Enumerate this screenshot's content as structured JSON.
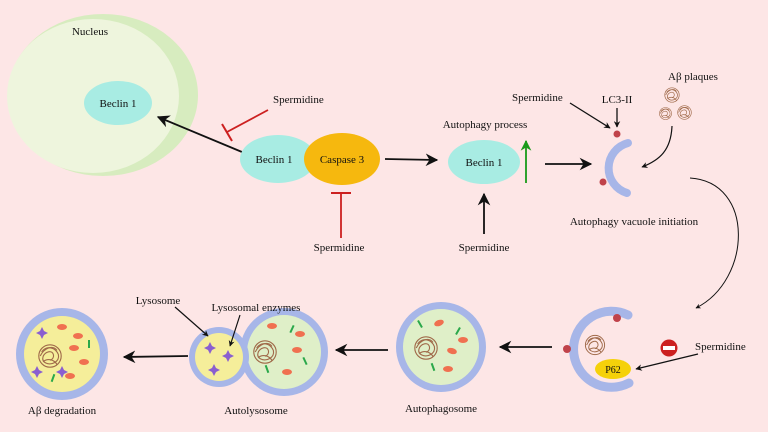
{
  "labels": {
    "nucleus": "Nucleus",
    "beclin_nucleus": "Beclin 1",
    "beclin_complex": "Beclin 1",
    "caspase": "Caspase 3",
    "beclin_free": "Beclin 1",
    "autophagy_process": "Autophagy process",
    "lc3": "LC3-II",
    "abeta_plaques": "Aβ plaques",
    "vacuole_initiation": "Autophagy vacuole initiation",
    "p62": "P62",
    "autophagosome": "Autophagosome",
    "autolysosome": "Autolysosome",
    "lysosome": "Lysosome",
    "lysosomal_enzymes": "Lysosomal enzymes",
    "degradation": "Aβ degradation"
  },
  "spermidine": {
    "nucleus_block": "Spermidine",
    "caspase_block": "Spermidine",
    "beclin_activate": "Spermidine",
    "lc3_activate": "Spermidine",
    "p62": "Spermidine"
  },
  "colors": {
    "background": "#fde6e6",
    "nucleus_outer": "#d7ecbf",
    "nucleus_inner": "#eef5dd",
    "beclin": "#a8ece3",
    "caspase": "#f6b80e",
    "membrane": "#a7b6e8",
    "lumen": "#dfefc8",
    "lysosome": "#f5ee9a",
    "inhibitor": "#cc2020",
    "upregulation": "#1a9a1a",
    "dot": "#c0424a",
    "p62": "#f5d10a",
    "plaque": "#a06a4a",
    "enzyme": "#8a5fd0"
  }
}
